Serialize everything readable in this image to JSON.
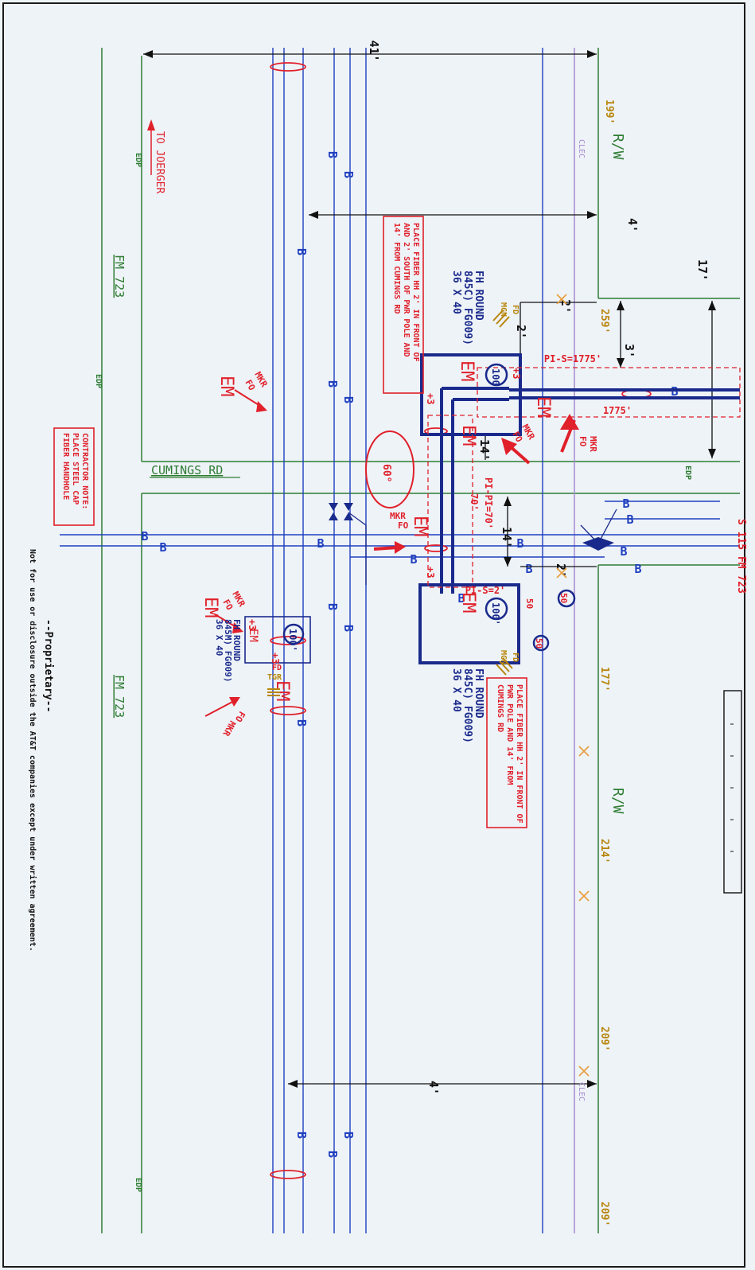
{
  "colors": {
    "paper": "#eef3f8",
    "border": "#1a1a1a",
    "row_line": "#2e7d32",
    "cable": "#1f3fbf",
    "conduit": "#1a2a8c",
    "clec": "#a78bd0",
    "callout": "#e0202a",
    "dimension": "#111111",
    "ground": "#b8860b"
  },
  "labels": {
    "to_joerger": "TO JOERGER",
    "fm723_top": "FM 723",
    "fm723_bottom": "FM 723",
    "cumings_rd": "CUMINGS  RD",
    "s115": "S 115 FM 723",
    "rw_top": "R/W",
    "rw_bottom": "R/W",
    "clec_top": "CLEC",
    "clec_bottom": "CLEC",
    "edp_left_top": "EDP",
    "edp_left_mid": "EDP",
    "edp_left_bottom": "EDP",
    "edp_right": "EDP"
  },
  "stations": {
    "s199": "199'",
    "s259": "259'",
    "s177": "177'",
    "s214": "214'",
    "s209a": "209'",
    "s209b": "209'"
  },
  "dimensions": {
    "d41": "41'",
    "d4_top": "4'",
    "d4_bottom": "4'",
    "d17": "17'",
    "d3": "3'",
    "d2_a": "2'",
    "d2_b": "2'",
    "d14_a": "14'",
    "d14_b": "14'",
    "d2_c": "2'"
  },
  "conduits": {
    "pi_s_1775": "PI-S=1775'",
    "len_1775": "1775'",
    "pi_pi_70": "PI-PI=70'",
    "len_70": "70'",
    "pi_s_2": "PI-S=2'",
    "angle_60": "60°",
    "p100_a": "100'",
    "p100_b": "100'",
    "p100_c": "100'",
    "plus3_a": "+3",
    "plus3_b": "+3",
    "plus3_c": "+3",
    "plus3_d": "+3",
    "plus3_e": "+3",
    "s50_a": "50",
    "s50_b": "50",
    "s50_c": "50"
  },
  "handholes": {
    "hh1_line1": "FH  ROUND",
    "hh1_line2": "845C) FG009)",
    "hh1_line3": "36 X 40",
    "hh2_line1": "FH  ROUND",
    "hh2_line2": "845C) FG009)",
    "hh2_line3": "36 X 40",
    "hh3_line1": "FH ROUND",
    "hh3_line2": "845M) FG009)",
    "hh3_line3": "36 X 40"
  },
  "notes": {
    "note1_l1": "PLACE FIBER HH 2' IN FRONT OF",
    "note1_l2": "AND 2' SOUTH OF PWR POLE AND",
    "note1_l3": "14' FROM CUMINGS RD",
    "note2_l1": "PLACE FIBER HH 2' IN FRONT OF",
    "note2_l2": "PWR POLE AND 14' FROM",
    "note2_l3": "CUMINGS RD",
    "note3_l1": "CONTRACTOR NOTE:",
    "note3_l2": "PLACE STEEL CAP",
    "note3_l3": "FIBER HANDHOLE"
  },
  "markers": {
    "em": "EM",
    "mkr": "MKR",
    "fo": "FO",
    "fd": "FD",
    "mgn": "MGN",
    "tgr": "TGR",
    "b": "B"
  },
  "footer": {
    "proprietary": "--Proprietary--",
    "disclaimer": "Not for use or disclosure outside the AT&T companies except under written agreement."
  }
}
